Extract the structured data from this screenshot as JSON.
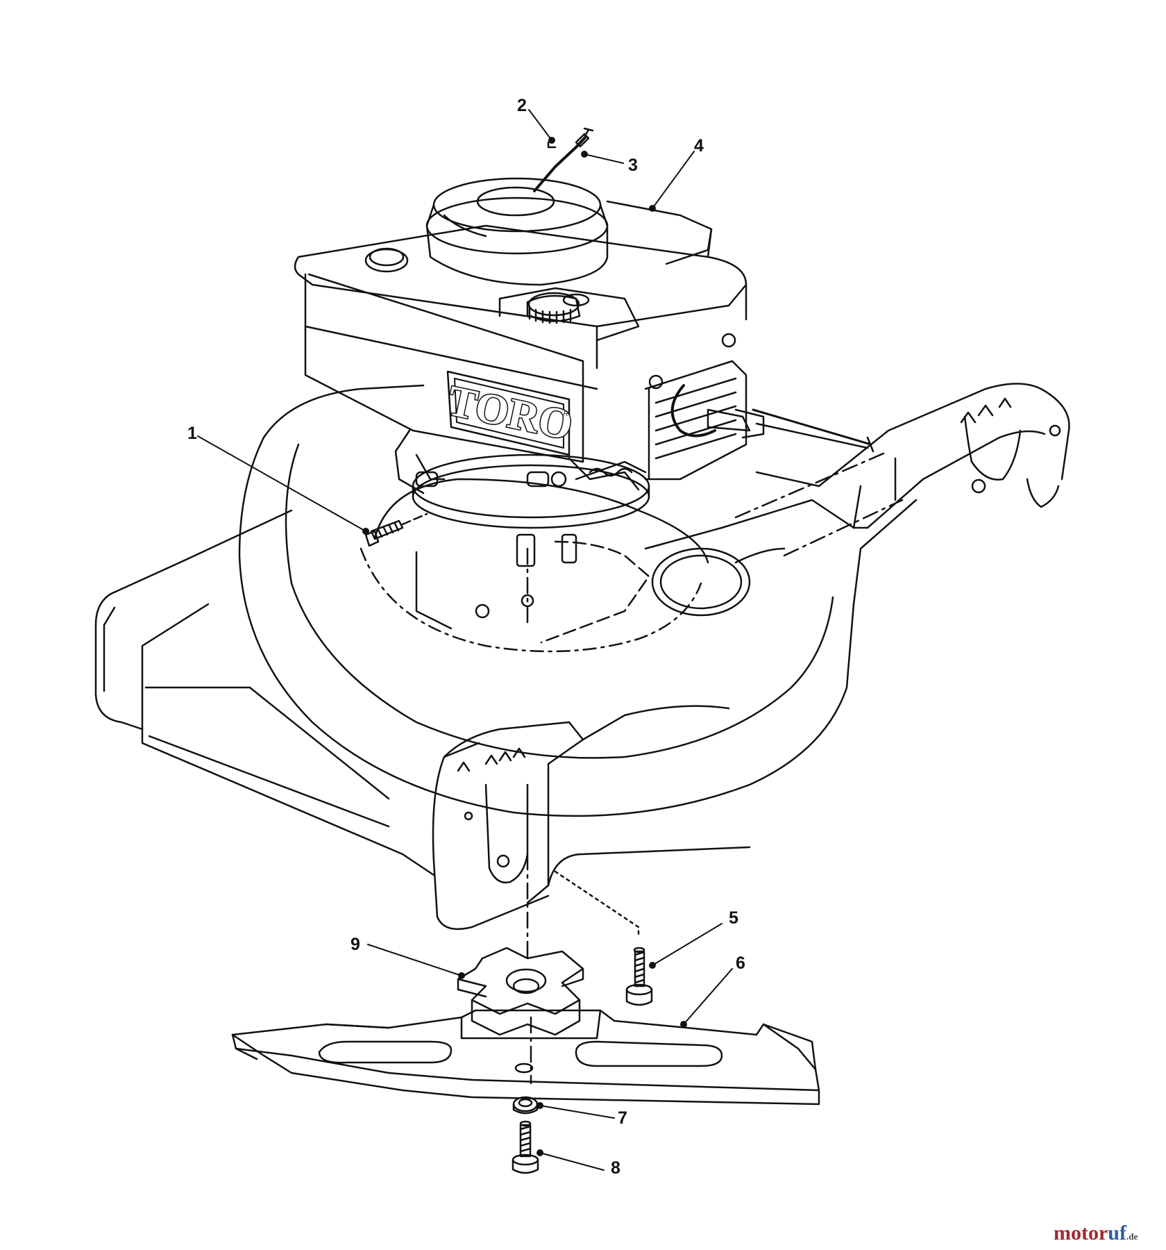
{
  "logo": {
    "text": "TORO",
    "registered": "R"
  },
  "callouts": [
    "1",
    "2",
    "3",
    "4",
    "5",
    "6",
    "7",
    "8",
    "9"
  ],
  "watermark": {
    "part1": "motor",
    "part2": "uf",
    "part3": ".de"
  },
  "colors": {
    "ink": "#111111",
    "paper": "#ffffff",
    "watermark_red": "#a0282e",
    "watermark_blue": "#2d5f9a"
  }
}
